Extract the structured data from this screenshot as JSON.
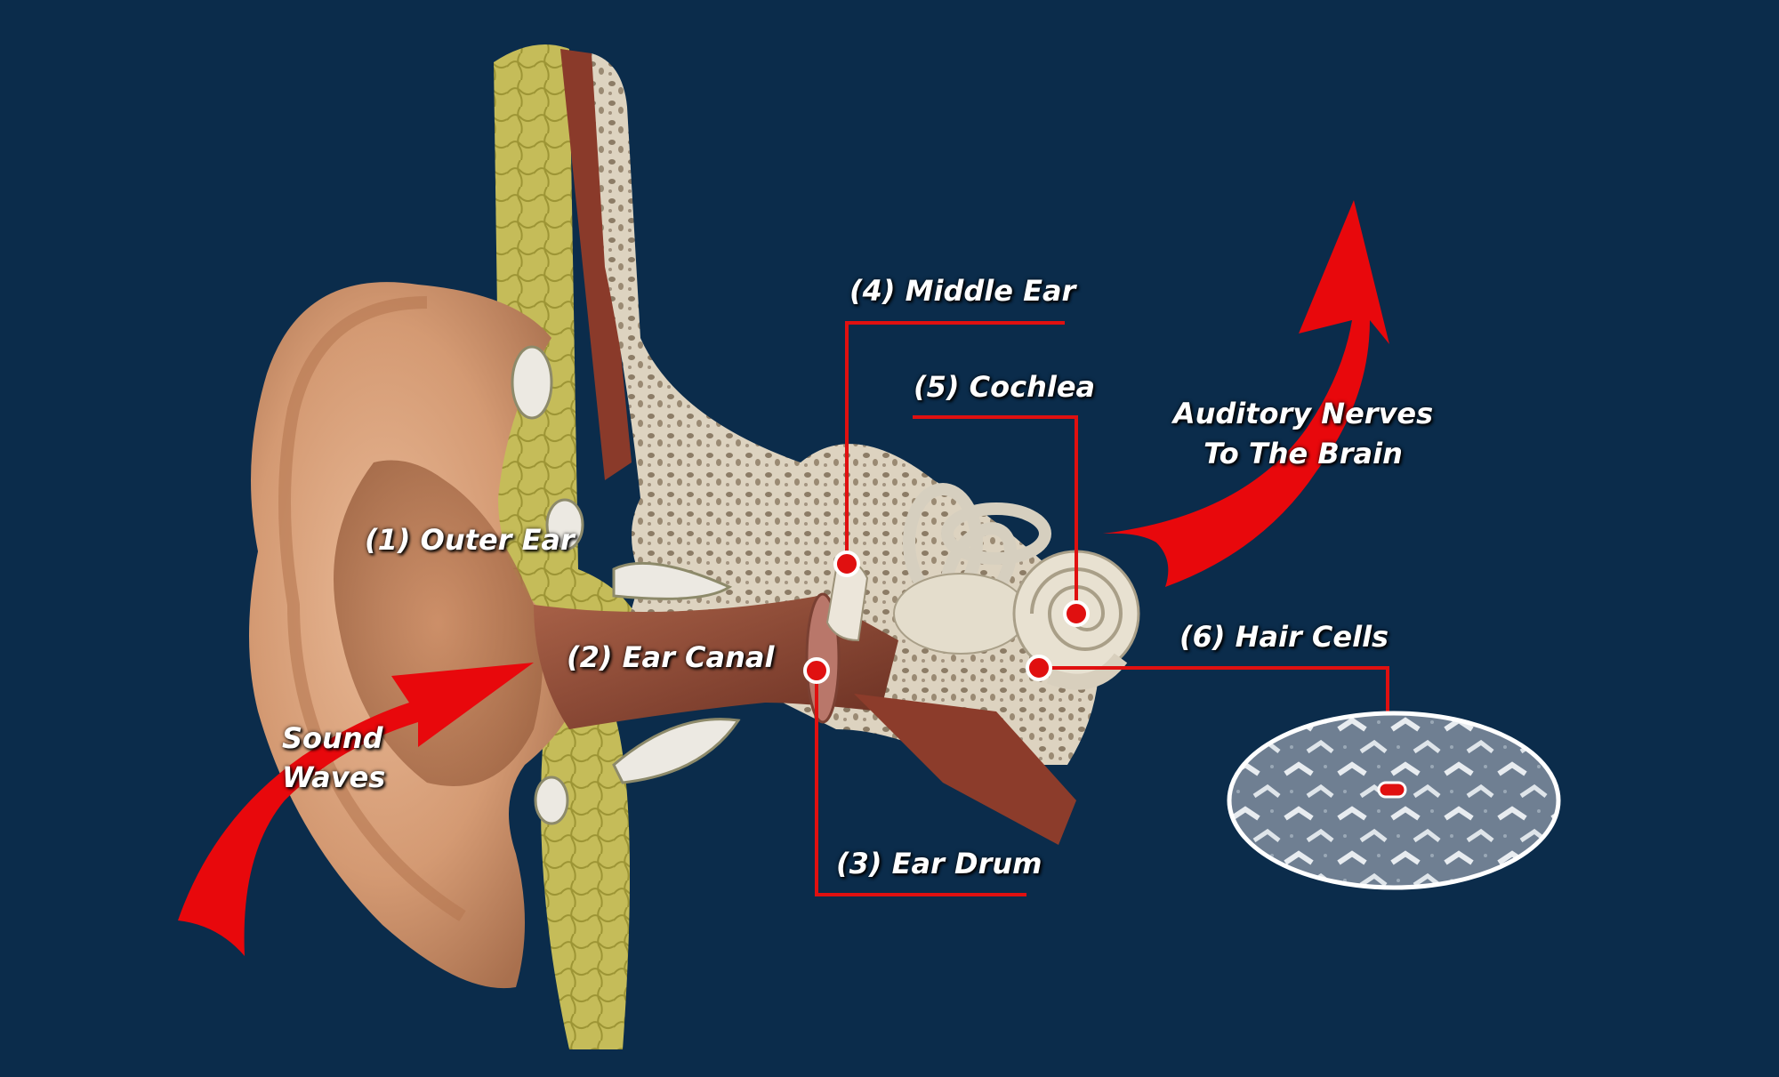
{
  "labels": {
    "outer_ear": "(1) Outer Ear",
    "ear_canal": "(2) Ear Canal",
    "ear_drum": "(3) Ear Drum",
    "middle_ear": "(4) Middle Ear",
    "cochlea": "(5) Cochlea",
    "hair_cells": "(6) Hair Cells",
    "sound_waves_line1": "Sound",
    "sound_waves_line2": "Waves",
    "auditory_line1": "Auditory Nerves",
    "auditory_line2": "To The Brain"
  },
  "colors": {
    "background": "#0b2c4b",
    "callout": "#e01010",
    "arrow": "#e8080c",
    "skin": "#d9a27a",
    "fat": "#c9c25a",
    "bone": "#dcd2bf",
    "canal": "#8a4a33",
    "text": "#ffffff"
  }
}
